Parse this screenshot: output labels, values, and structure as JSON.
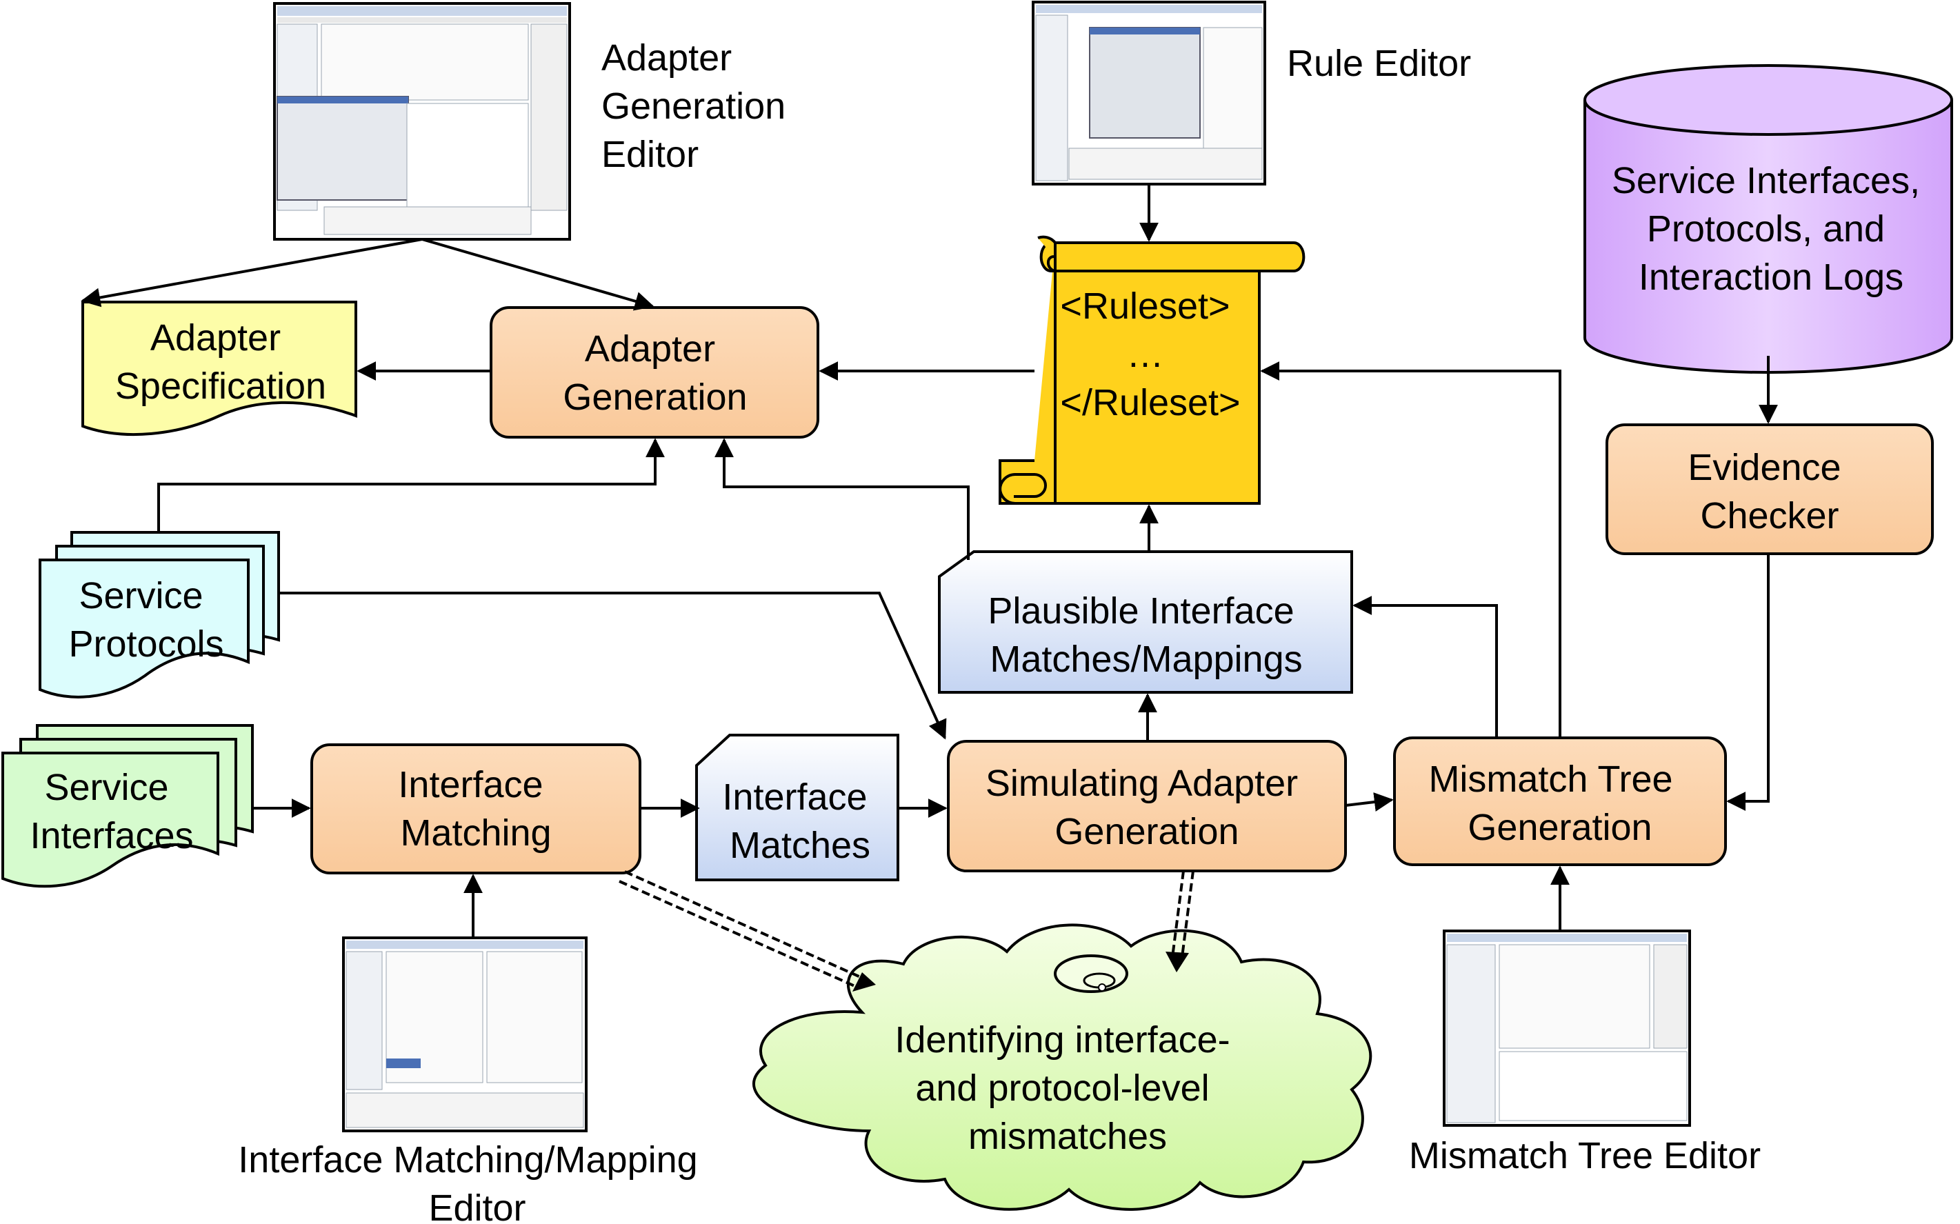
{
  "nodes": {
    "adapter_generation_editor_label": [
      "Adapter",
      "Generation",
      "Editor"
    ],
    "rule_editor_label": [
      "Rule Editor"
    ],
    "database": [
      "Service Interfaces,",
      "Protocols, and",
      "Interaction Logs"
    ],
    "adapter_specification": [
      "Adapter",
      "Specification"
    ],
    "adapter_generation": [
      "Adapter",
      "Generation"
    ],
    "ruleset": [
      "<Ruleset>",
      "…",
      "</Ruleset>"
    ],
    "evidence_checker": [
      "Evidence",
      "Checker"
    ],
    "service_protocols": [
      "Service",
      "Protocols"
    ],
    "plausible_matches": [
      "Plausible Interface",
      "Matches/Mappings"
    ],
    "service_interfaces": [
      "Service",
      "Interfaces"
    ],
    "interface_matching": [
      "Interface",
      "Matching"
    ],
    "interface_matches": [
      "Interface",
      "Matches"
    ],
    "simulating_adapter": [
      "Simulating Adapter",
      "Generation"
    ],
    "mismatch_tree_generation": [
      "Mismatch Tree",
      "Generation"
    ],
    "mismatches_cloud": [
      "Identifying interface-",
      "and protocol-level",
      "mismatches"
    ],
    "interface_mapping_editor_label": [
      "Interface Matching/Mapping",
      "Editor"
    ],
    "mismatch_tree_editor_label": [
      "Mismatch Tree Editor"
    ]
  },
  "colors": {
    "process": "#fbd3ac",
    "process_stroke": "#000000",
    "document_yellow": "#fdfda8",
    "ruleset": "#ffd21c",
    "database": "#dcb2ff",
    "protocols": "#dcfdfd",
    "interfaces": "#d6fbce",
    "data_blue_top": "#ffffff",
    "data_blue_bottom": "#c6d6f2",
    "cloud": "#e4fdc4",
    "screenshot_bg": "#dde3ea"
  }
}
